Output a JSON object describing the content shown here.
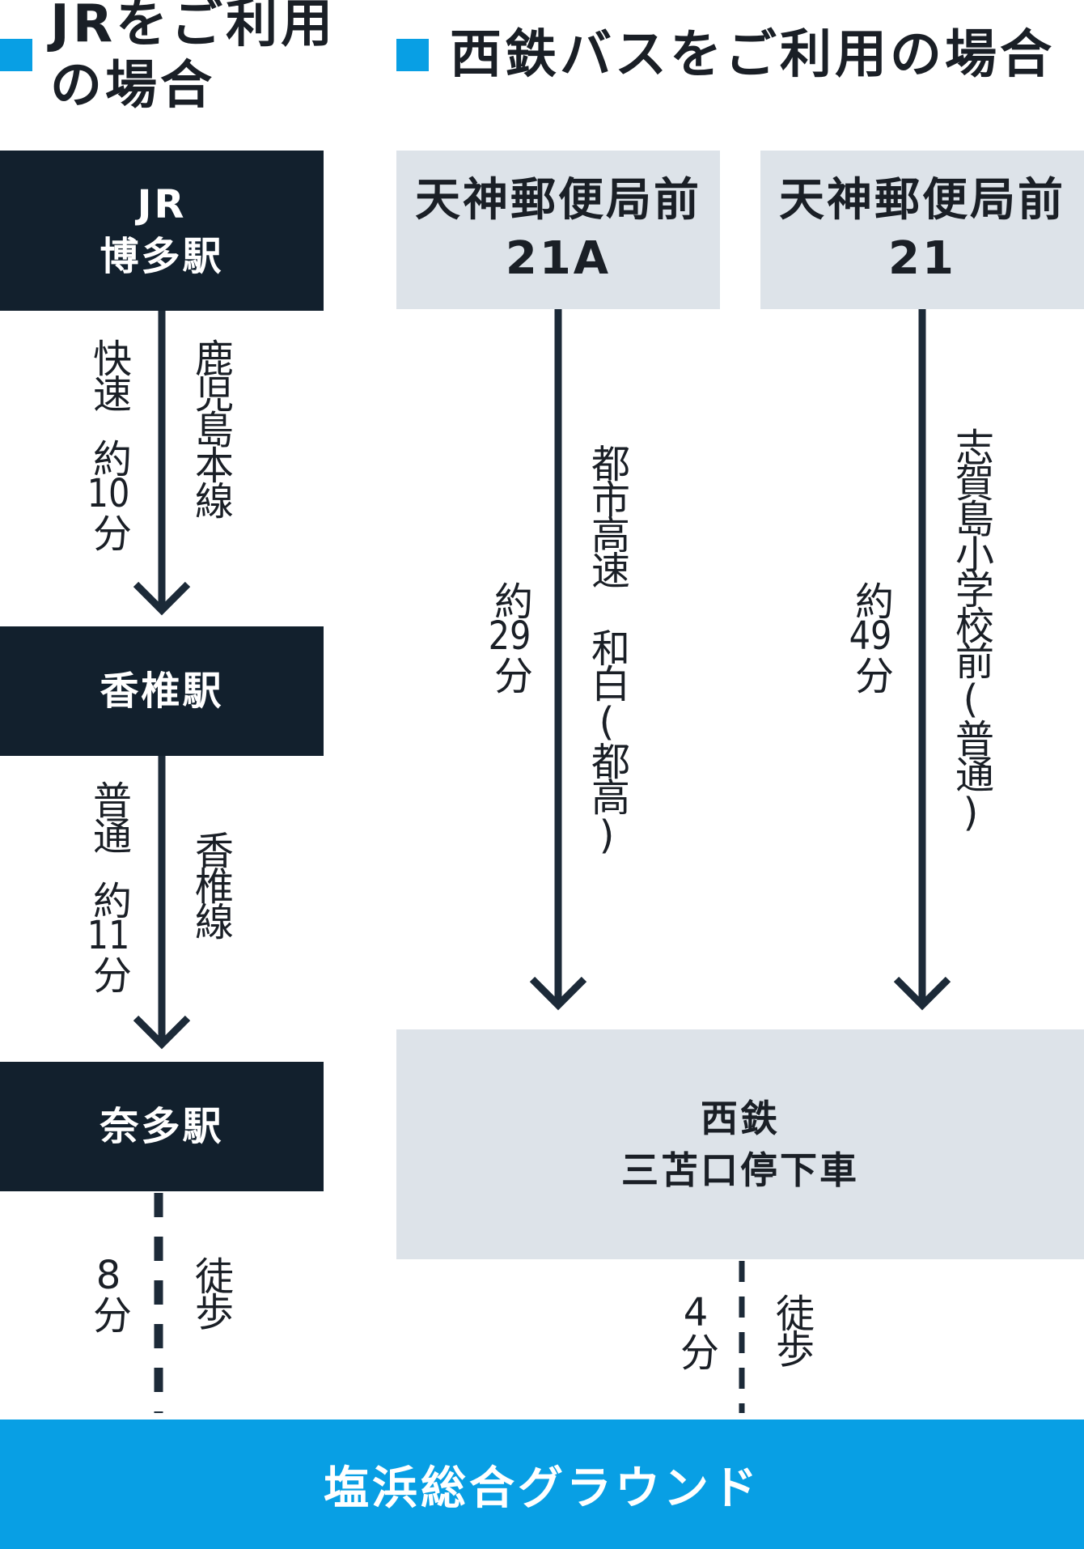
{
  "jr": {
    "heading": [
      "JRをご利用",
      "の場合"
    ],
    "stations": [
      {
        "lines": [
          "JR",
          "博多駅"
        ]
      },
      {
        "lines": [
          "香椎駅"
        ]
      },
      {
        "lines": [
          "奈多駅"
        ]
      }
    ],
    "legs": [
      {
        "line_name": "鹿児島本線",
        "service": "快速",
        "time_prefix": "約",
        "minutes": "10",
        "unit": "分"
      },
      {
        "line_name": "香椎線",
        "service": "普通",
        "time_prefix": "約",
        "minutes": "11",
        "unit": "分"
      }
    ],
    "walk": {
      "label": "徒歩",
      "minutes": "8",
      "unit": "分"
    }
  },
  "bus": {
    "heading": "西鉄バスをご利用の場合",
    "routes": [
      {
        "stop": "天神郵便局前",
        "number": "21A",
        "route_name": "都市高速 和白(都高)",
        "time_prefix": "約",
        "minutes": "29",
        "unit": "分"
      },
      {
        "stop": "天神郵便局前",
        "number": "21",
        "route_name": "志賀島小学校前(普通)",
        "time_prefix": "約",
        "minutes": "49",
        "unit": "分"
      }
    ],
    "alight": {
      "lines": [
        "西鉄",
        "三苫口停下車"
      ]
    },
    "walk": {
      "label": "徒歩",
      "minutes": "4",
      "unit": "分"
    }
  },
  "destination": "塩浜総合グラウンド",
  "colors": {
    "accent": "#089fe4",
    "dark_box": "#12202d",
    "light_box": "#dde3e9",
    "arrow": "#1c2a38",
    "text": "#1a1f26"
  }
}
